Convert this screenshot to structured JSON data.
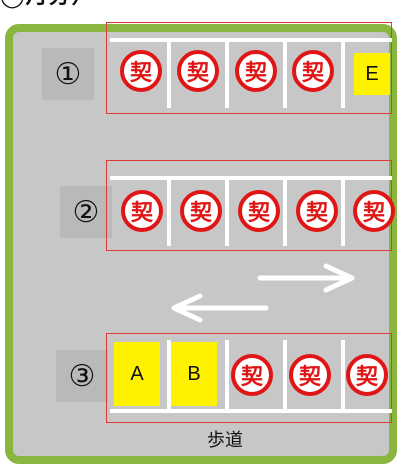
{
  "title": "◯月分）",
  "rows": [
    {
      "label": "①",
      "stalls": [
        {
          "type": "seal",
          "text": "契"
        },
        {
          "type": "seal",
          "text": "契"
        },
        {
          "type": "seal",
          "text": "契"
        },
        {
          "type": "seal",
          "text": "契"
        },
        {
          "type": "car",
          "text": "E"
        }
      ]
    },
    {
      "label": "②",
      "stalls": [
        {
          "type": "seal",
          "text": "契"
        },
        {
          "type": "seal",
          "text": "契"
        },
        {
          "type": "seal",
          "text": "契"
        },
        {
          "type": "seal",
          "text": "契"
        },
        {
          "type": "seal",
          "text": "契"
        }
      ]
    },
    {
      "label": "③",
      "stalls": [
        {
          "type": "car",
          "text": "A"
        },
        {
          "type": "car",
          "text": "B"
        },
        {
          "type": "seal",
          "text": "契"
        },
        {
          "type": "seal",
          "text": "契"
        },
        {
          "type": "seal",
          "text": "契"
        }
      ]
    }
  ],
  "sidewalk_label": "歩道",
  "colors": {
    "border": "#8ab53f",
    "lot": "#c7c7c7",
    "seal": "#e01515",
    "car": "#fff200",
    "row_box": "#e23a3a"
  },
  "arrows": [
    {
      "direction": "right"
    },
    {
      "direction": "left"
    }
  ]
}
